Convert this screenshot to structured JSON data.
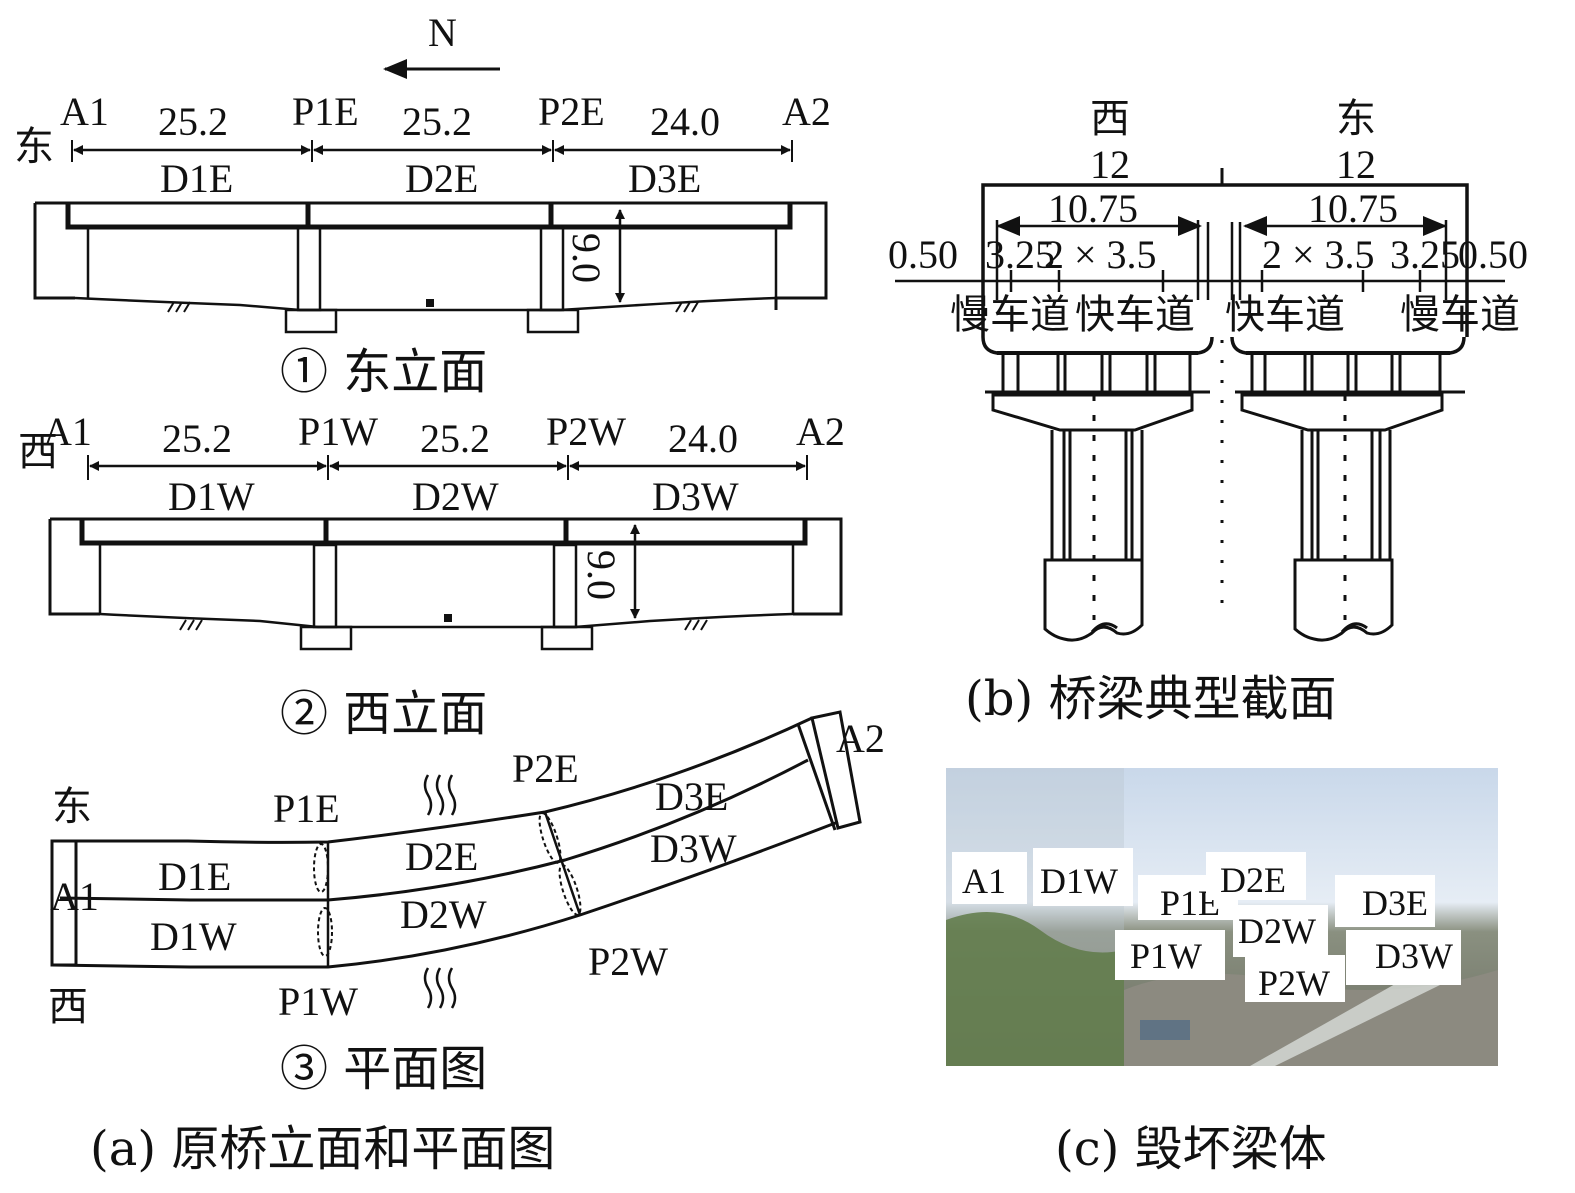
{
  "north_label": "N",
  "panel_a": {
    "caption": "(a) 原桥立面和平面图",
    "east_elevation": {
      "caption": "① 东立面",
      "side_label": "东",
      "supports": [
        "A1",
        "P1E",
        "P2E",
        "A2"
      ],
      "span_lengths": [
        "25.2",
        "25.2",
        "24.0"
      ],
      "spans": [
        "D1E",
        "D2E",
        "D3E"
      ],
      "height": "9.0"
    },
    "west_elevation": {
      "caption": "② 西立面",
      "side_label": "西",
      "supports": [
        "A1",
        "P1W",
        "P2W",
        "A2"
      ],
      "span_lengths": [
        "25.2",
        "25.2",
        "24.0"
      ],
      "spans": [
        "D1W",
        "D2W",
        "D3W"
      ],
      "height": "9.0"
    },
    "plan": {
      "caption": "③ 平面图",
      "east_label": "东",
      "west_label": "西",
      "labels": {
        "a1": "A1",
        "a2": "A2",
        "p1e": "P1E",
        "p2e": "P2E",
        "p1w": "P1W",
        "p2w": "P2W",
        "d1e": "D1E",
        "d2e": "D2E",
        "d3e": "D3E",
        "d1w": "D1W",
        "d2w": "D2W",
        "d3w": "D3W"
      }
    }
  },
  "panel_b": {
    "caption": "(b) 桥梁典型截面",
    "west_label": "西",
    "east_label": "东",
    "west_width": "12",
    "east_width": "12",
    "west_carriageway": "10.75",
    "east_carriageway": "10.75",
    "dims": [
      "0.50",
      "3.25",
      "2 × 3.5",
      "2 × 3.5",
      "3.25",
      "0.50"
    ],
    "lanes": [
      "慢车道",
      "快车道",
      "快车道",
      "慢车道"
    ]
  },
  "panel_c": {
    "caption": "(c) 毁坏梁体",
    "photo_labels": [
      "A1",
      "D1W",
      "P1E",
      "D2E",
      "D3E",
      "P1W",
      "D2W",
      "P2W",
      "D3W"
    ]
  }
}
